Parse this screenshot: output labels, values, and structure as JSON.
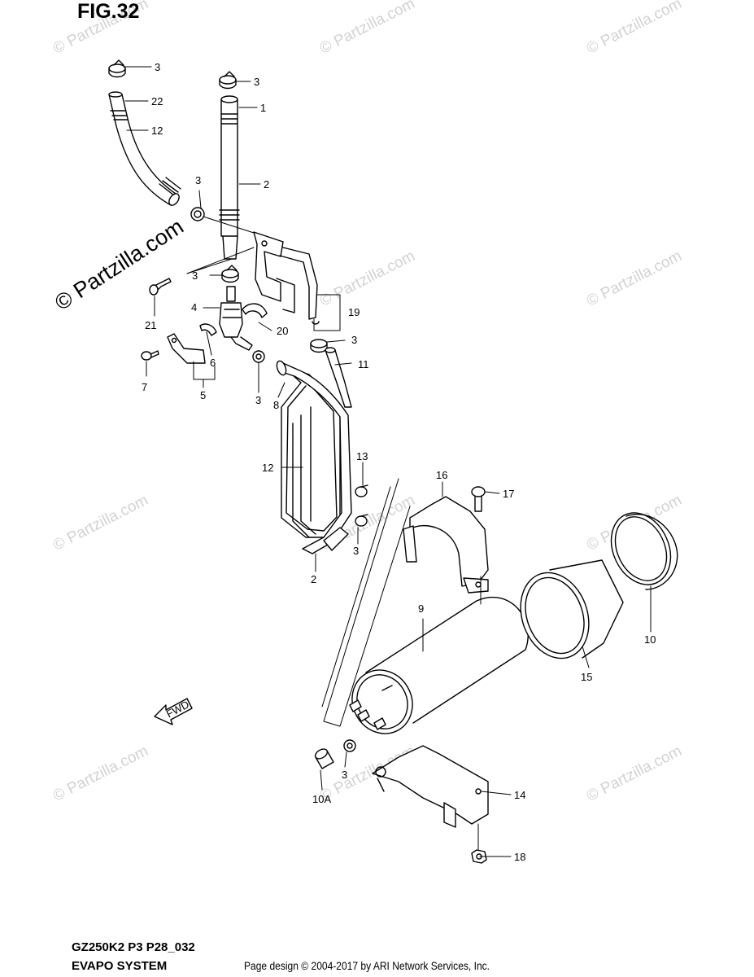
{
  "figure": {
    "title": "FIG.32",
    "model_code": "GZ250K2 P3 P28_032",
    "system_name": "EVAPO SYSTEM",
    "credit": "Page design © 2004-2017 by ARI Network Services, Inc.",
    "fwd_label": "FWD"
  },
  "watermark": {
    "text": "© Partzilla.com",
    "prominent_text": "© Partzilla.com"
  },
  "callouts": [
    {
      "id": "c1",
      "label": "3"
    },
    {
      "id": "c2",
      "label": "3"
    },
    {
      "id": "c3",
      "label": "22"
    },
    {
      "id": "c4",
      "label": "1"
    },
    {
      "id": "c5",
      "label": "12"
    },
    {
      "id": "c6",
      "label": "2"
    },
    {
      "id": "c7",
      "label": "3"
    },
    {
      "id": "c8",
      "label": "3"
    },
    {
      "id": "c9",
      "label": "21"
    },
    {
      "id": "c10",
      "label": "4"
    },
    {
      "id": "c11",
      "label": "19"
    },
    {
      "id": "c12",
      "label": "20"
    },
    {
      "id": "c13",
      "label": "3"
    },
    {
      "id": "c14",
      "label": "11"
    },
    {
      "id": "c15",
      "label": "6"
    },
    {
      "id": "c16",
      "label": "7"
    },
    {
      "id": "c17",
      "label": "5"
    },
    {
      "id": "c18",
      "label": "3"
    },
    {
      "id": "c19",
      "label": "8"
    },
    {
      "id": "c20",
      "label": "12"
    },
    {
      "id": "c21",
      "label": "13"
    },
    {
      "id": "c22",
      "label": "16"
    },
    {
      "id": "c23",
      "label": "17"
    },
    {
      "id": "c24",
      "label": "3"
    },
    {
      "id": "c25",
      "label": "2"
    },
    {
      "id": "c26",
      "label": "9"
    },
    {
      "id": "c27",
      "label": "10"
    },
    {
      "id": "c28",
      "label": "15"
    },
    {
      "id": "c29",
      "label": "3"
    },
    {
      "id": "c30",
      "label": "10A"
    },
    {
      "id": "c31",
      "label": "14"
    },
    {
      "id": "c32",
      "label": "18"
    }
  ]
}
